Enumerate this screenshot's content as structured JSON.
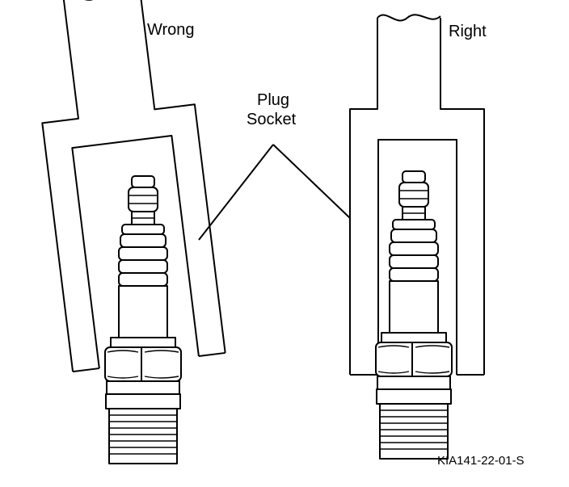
{
  "labels": {
    "wrong": "Wrong",
    "right": "Right",
    "callout_line1": "Plug",
    "callout_line2": "Socket"
  },
  "figure_code": "KIA141-22-01-S",
  "colors": {
    "ink": "#000000",
    "paper": "#ffffff"
  }
}
